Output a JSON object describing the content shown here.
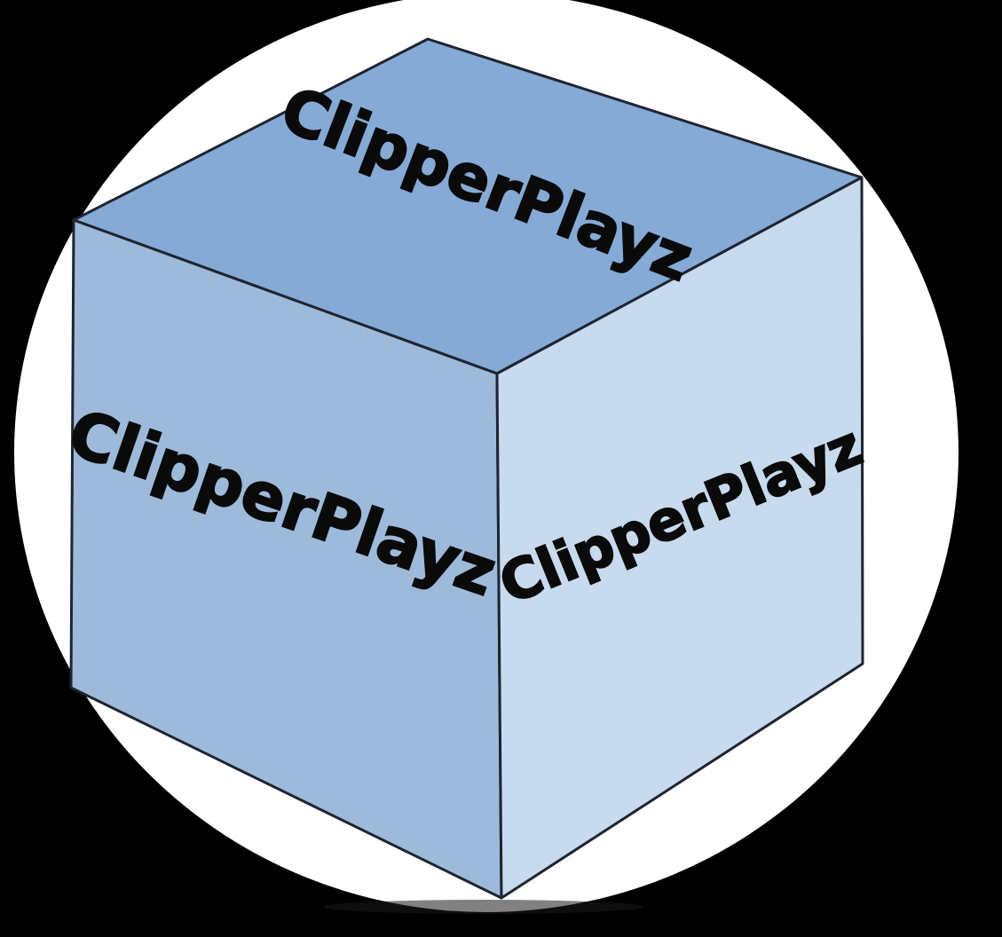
{
  "logo": {
    "name": "ClipperPlayz",
    "faces": {
      "top": "ClipperPlayz",
      "left": "ClipperPlayz",
      "right": "ClipperPlayz"
    }
  },
  "colors": {
    "background": "#000000",
    "circle": "#ffffff",
    "top_face": "#86aad6",
    "left_face": "#9dbadb",
    "right_face": "#c8daee",
    "outline": "#1e2530",
    "text": "#0a0a0a"
  }
}
